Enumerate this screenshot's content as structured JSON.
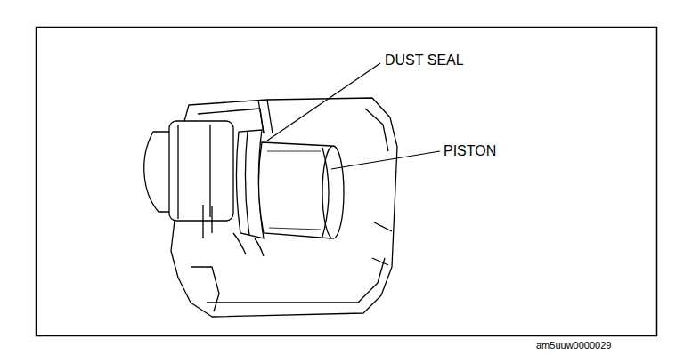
{
  "diagram": {
    "labels": [
      "DUST SEAL",
      "PISTON",
      "am5uuw0000029"
    ]
  }
}
